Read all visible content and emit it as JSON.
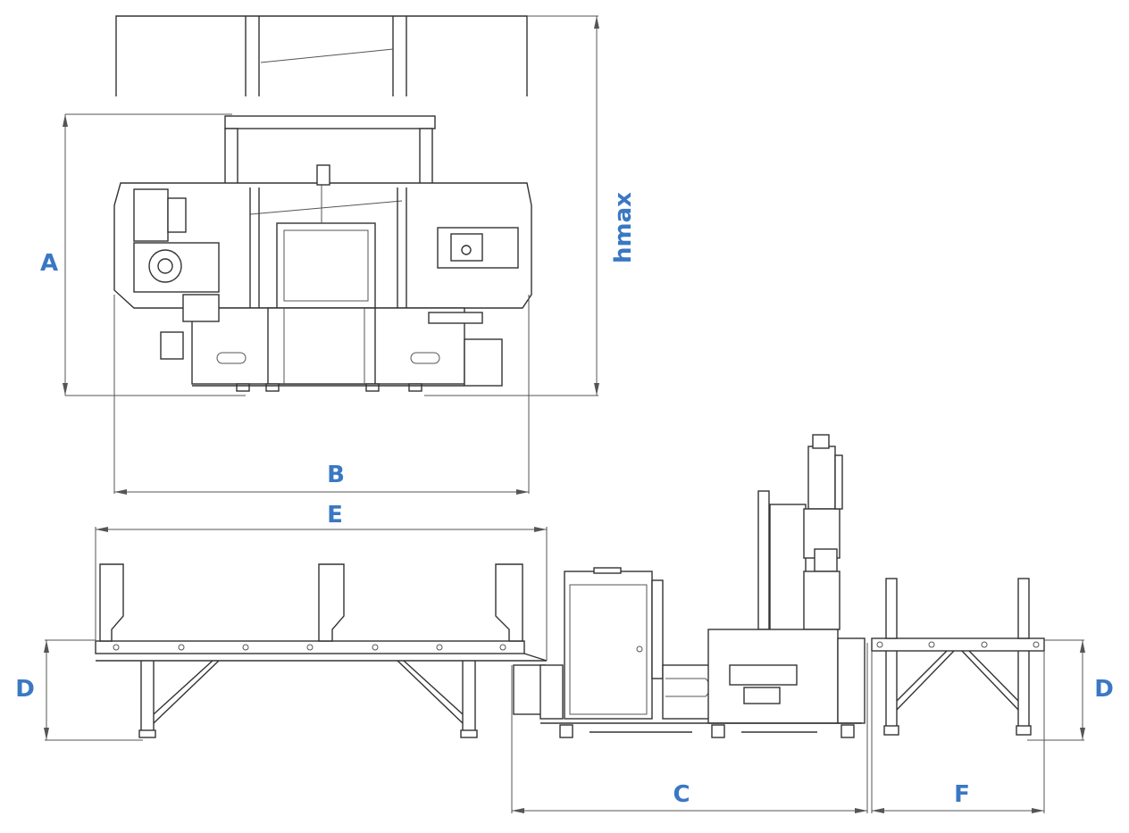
{
  "labels": {
    "A": "A",
    "B": "B",
    "hmax": "hmax",
    "E": "E",
    "C": "C",
    "F": "F",
    "D_left": "D",
    "D_right": "D"
  },
  "colors": {
    "label": "#3a78c3",
    "lines": "#333333"
  }
}
